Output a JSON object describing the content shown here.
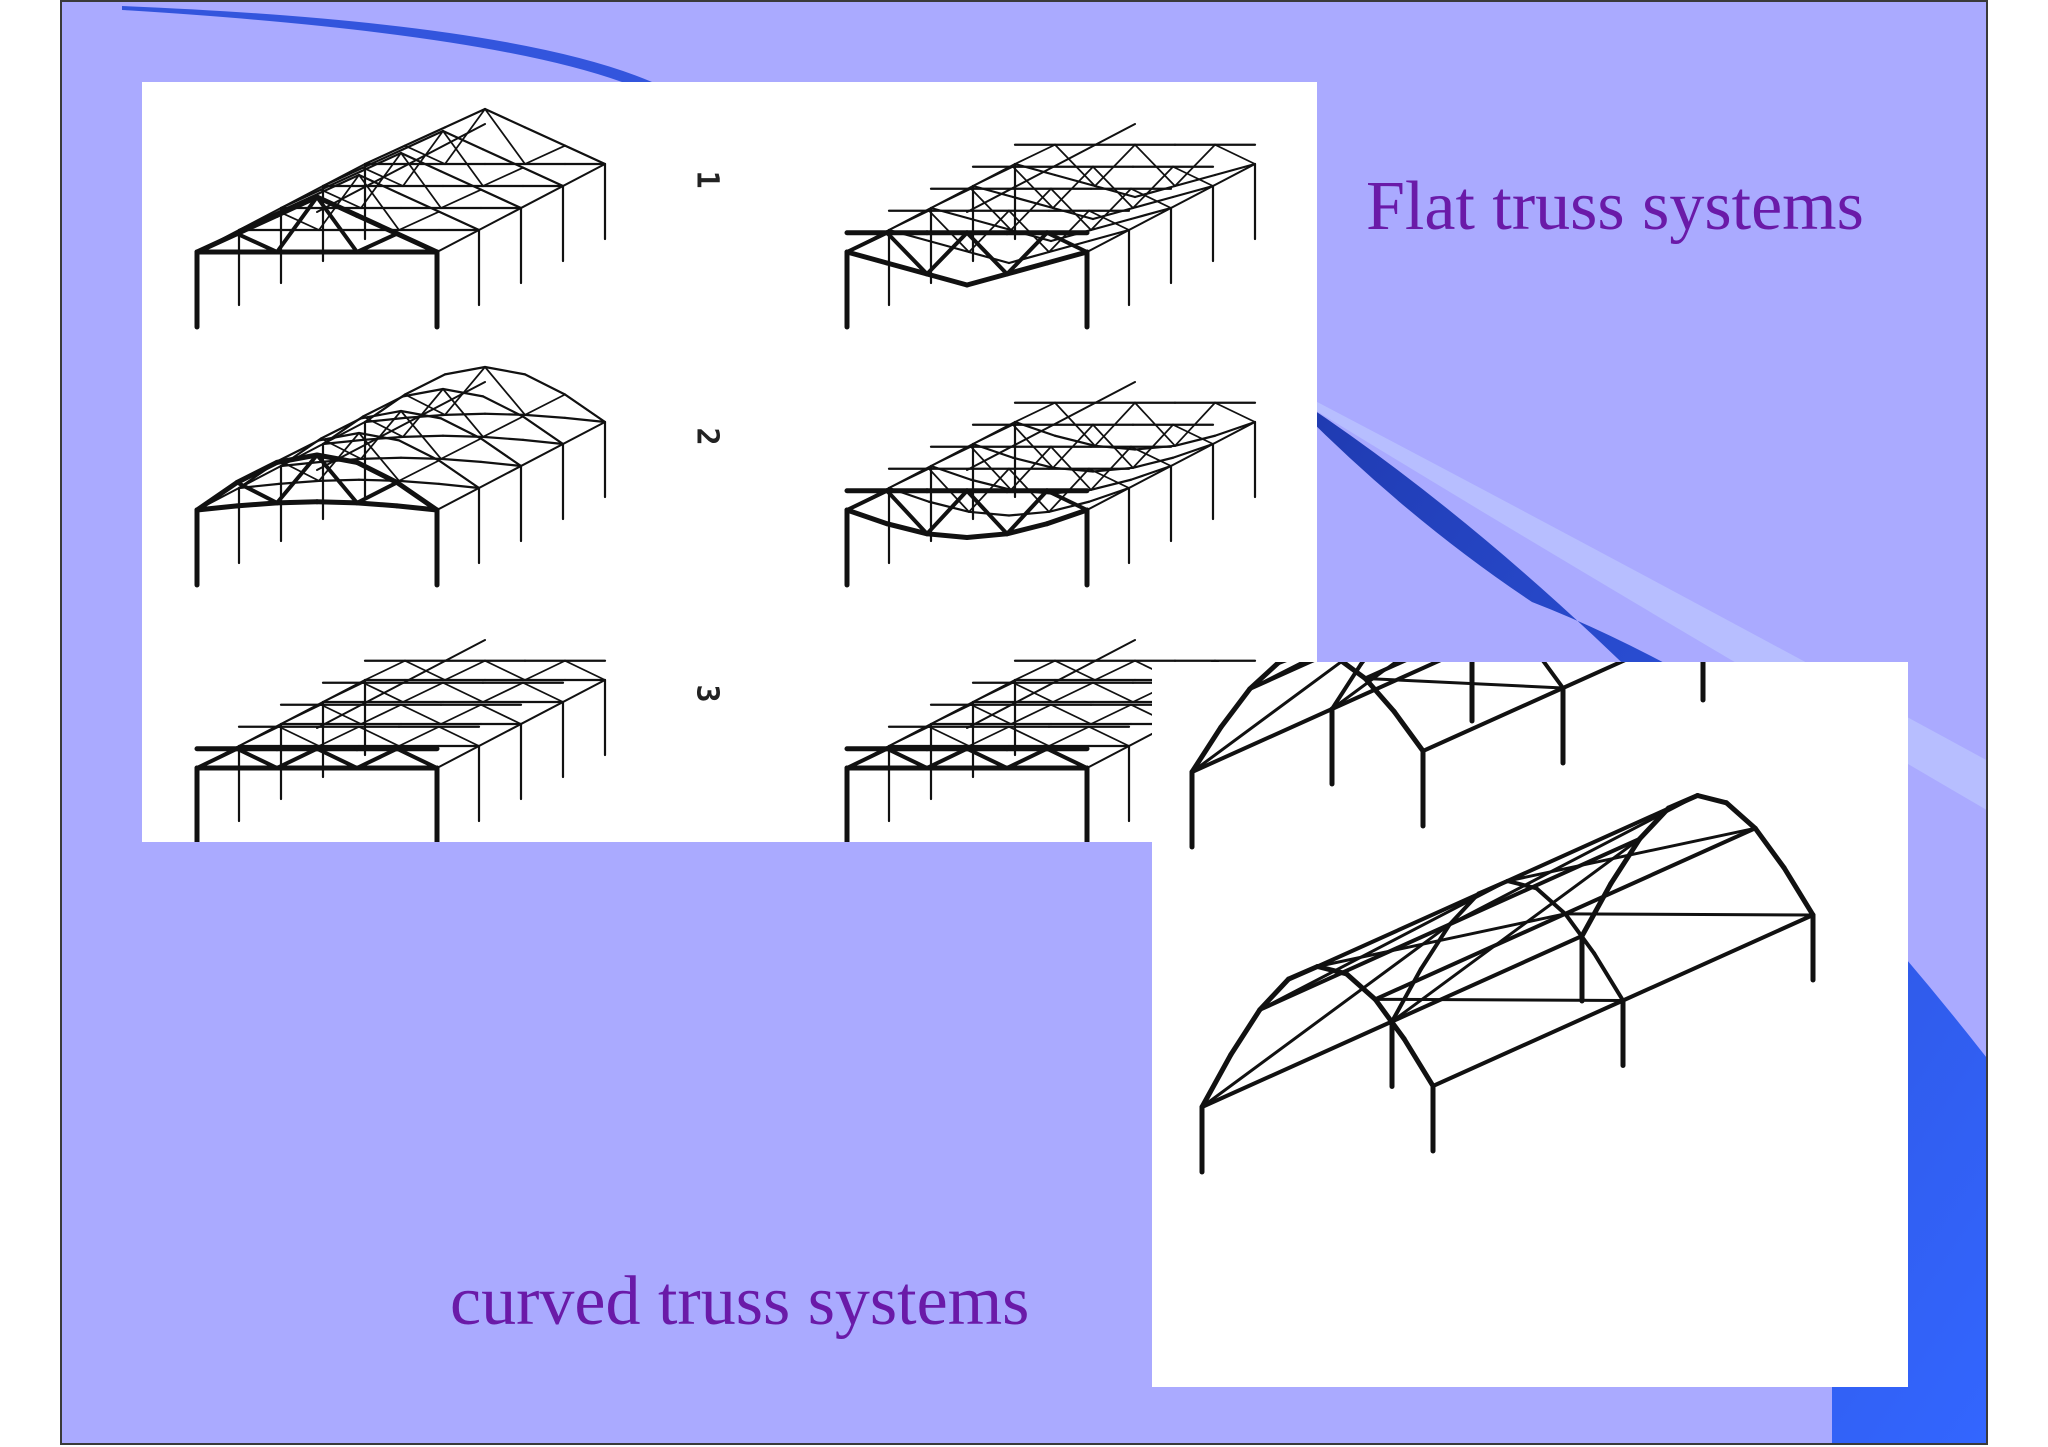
{
  "slide": {
    "flat_title": "Flat truss systems",
    "curved_title": "curved truss systems",
    "row_numbers": [
      "1",
      "2",
      "3"
    ],
    "background_color": "#aaaaff",
    "accent_color": "#3366ff",
    "title_color": "#6a1aa8"
  }
}
